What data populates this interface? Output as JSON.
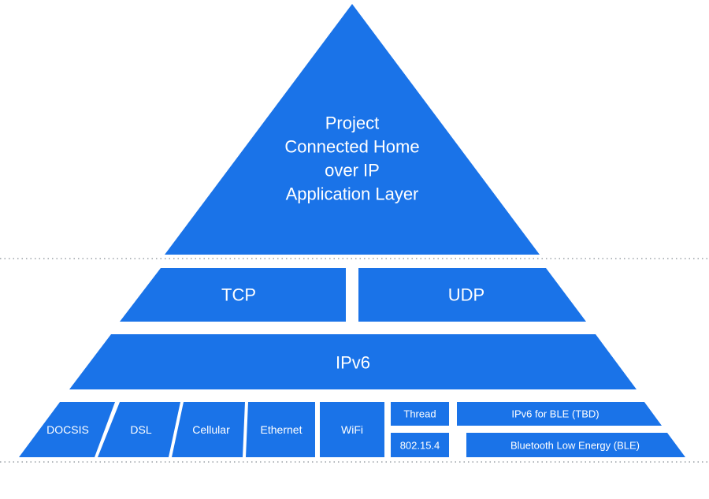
{
  "apex": {
    "lines": [
      "Project",
      "Connected Home",
      "over IP",
      "Application Layer"
    ]
  },
  "transport": {
    "tcp": "TCP",
    "udp": "UDP"
  },
  "network": {
    "ipv6": "IPv6"
  },
  "link": {
    "docsis": "DOCSIS",
    "dsl": "DSL",
    "cellular": "Cellular",
    "ethernet": "Ethernet",
    "wifi": "WiFi",
    "thread": "Thread",
    "ieee802154": "802.15.4",
    "ipv6_ble": "IPv6 for BLE (TBD)",
    "ble": "Bluetooth Low Energy (BLE)"
  },
  "colors": {
    "block": "#1a73e8",
    "text": "#ffffff",
    "divider": "#9aa0a6"
  }
}
